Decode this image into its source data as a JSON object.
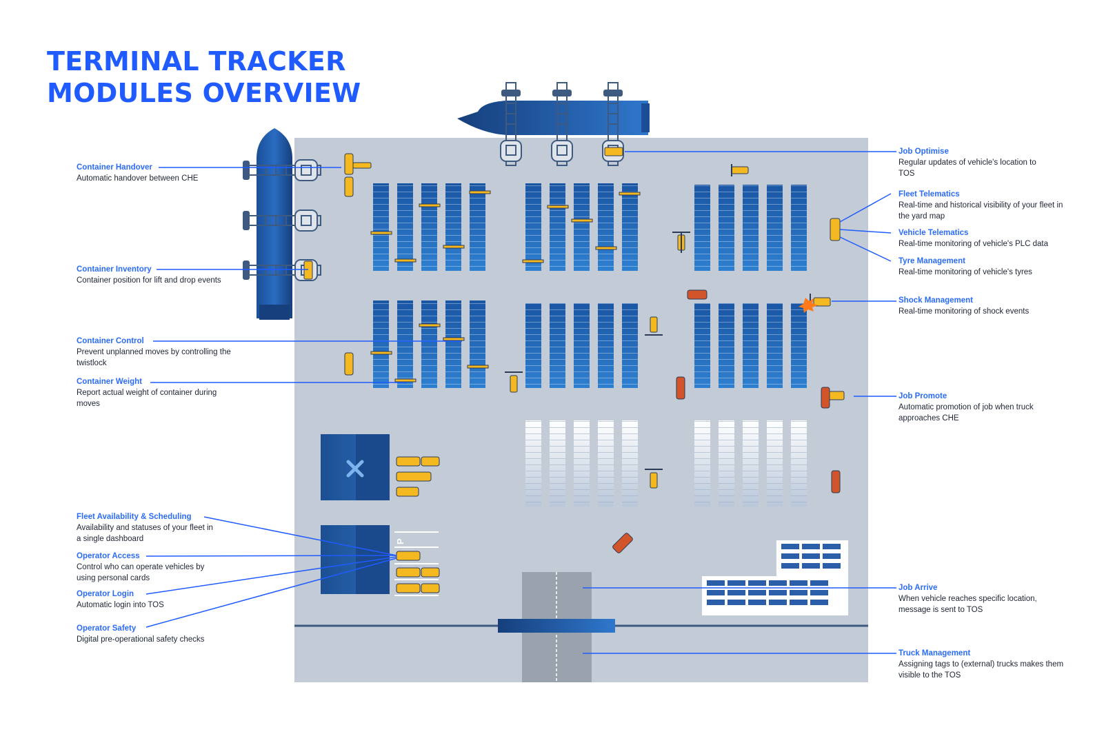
{
  "title": {
    "line1": "TERMINAL TRACKER",
    "line2": "MODULES OVERVIEW"
  },
  "colors": {
    "title": "#1f5bff",
    "module_title": "#2b6cf6",
    "yard": "#c3ccd6",
    "ship": "#1c5aa6",
    "container": "#1f66b8",
    "vehicle": "#f4b820",
    "truck": "#d2542a",
    "connector": "#1f5bff"
  },
  "map_labels": {
    "parking": "P"
  },
  "modules_left": [
    {
      "title": "Container Handover",
      "desc": "Automatic handover between CHE"
    },
    {
      "title": "Container Inventory",
      "desc": "Container position for lift and drop events"
    },
    {
      "title": "Container Control",
      "desc": "Prevent unplanned moves by controlling the twistlock"
    },
    {
      "title": "Container Weight",
      "desc": "Report actual weight of container during moves"
    },
    {
      "title": "Fleet Availability & Scheduling",
      "desc": "Availability and statuses of your fleet in a single dashboard"
    },
    {
      "title": "Operator Access",
      "desc": "Control who can operate vehicles by using personal cards"
    },
    {
      "title": "Operator Login",
      "desc": "Automatic login into TOS"
    },
    {
      "title": "Operator Safety",
      "desc": "Digital pre-operational safety checks"
    }
  ],
  "modules_right": [
    {
      "title": "Job Optimise",
      "desc": "Regular updates of vehicle's location to TOS"
    },
    {
      "title": "Fleet Telematics",
      "desc": "Real-time and historical visibility of your fleet in the yard map"
    },
    {
      "title": "Vehicle Telematics",
      "desc": "Real-time monitoring of vehicle's PLC data"
    },
    {
      "title": "Tyre Management",
      "desc": "Real-time monitoring of vehicle's tyres"
    },
    {
      "title": "Shock Management",
      "desc": "Real-time monitoring of shock events"
    },
    {
      "title": "Job Promote",
      "desc": "Automatic promotion of job when truck approaches CHE"
    },
    {
      "title": "Job Arrive",
      "desc": "When vehicle reaches specific location, message is sent to TOS"
    },
    {
      "title": "Truck Management",
      "desc": "Assigning tags to (external) trucks makes them visible to the TOS"
    }
  ]
}
